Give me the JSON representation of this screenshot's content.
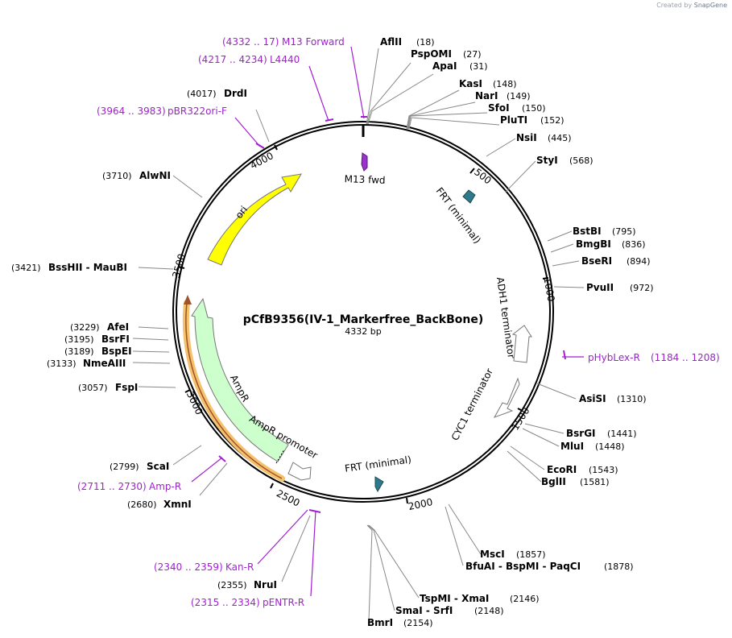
{
  "credit": {
    "prefix": "Created by",
    "brand": "SnapGene"
  },
  "plasmid": {
    "name": "pCfB9356(IV-1_Markerfree_BackBone)",
    "length_label": "4332 bp",
    "length": 4332
  },
  "ticks": [
    "500",
    "1000",
    "1500",
    "2000",
    "2500",
    "3000",
    "3500",
    "4000"
  ],
  "features": [
    {
      "label": "ori",
      "color": "#ffff00"
    },
    {
      "label": "AmpR",
      "color": "#ccffcc"
    },
    {
      "label": "AmpR promoter",
      "color": "#ffffff"
    },
    {
      "label": "ADH1 terminator",
      "color": "#ffffff"
    },
    {
      "label": "CYC1 terminator",
      "color": "#ffffff"
    },
    {
      "label": "FRT (minimal)",
      "color": "#2e7a8a"
    },
    {
      "label": "FRT (minimal)",
      "color": "#2e7a8a"
    },
    {
      "label": "M13 fwd",
      "color": "#9933cc"
    }
  ],
  "enzymes": [
    {
      "name": "AflII",
      "pos": "(18)"
    },
    {
      "name": "PspOMI",
      "pos": "(27)"
    },
    {
      "name": "ApaI",
      "pos": "(31)"
    },
    {
      "name": "KasI",
      "pos": "(148)"
    },
    {
      "name": "NarI",
      "pos": "(149)"
    },
    {
      "name": "SfoI",
      "pos": "(150)"
    },
    {
      "name": "PluTI",
      "pos": "(152)"
    },
    {
      "name": "NsiI",
      "pos": "(445)"
    },
    {
      "name": "StyI",
      "pos": "(568)"
    },
    {
      "name": "BstBI",
      "pos": "(795)"
    },
    {
      "name": "BmgBI",
      "pos": "(836)"
    },
    {
      "name": "BseRI",
      "pos": "(894)"
    },
    {
      "name": "PvuII",
      "pos": "(972)"
    },
    {
      "name": "AsiSI",
      "pos": "(1310)"
    },
    {
      "name": "BsrGI",
      "pos": "(1441)"
    },
    {
      "name": "MluI",
      "pos": "(1448)"
    },
    {
      "name": "EcoRI",
      "pos": "(1543)"
    },
    {
      "name": "BglII",
      "pos": "(1581)"
    },
    {
      "name": "MscI",
      "pos": "(1857)"
    },
    {
      "name": "BfuAI - BspMI - PaqCI",
      "pos": "(1878)"
    },
    {
      "name": "TspMI - XmaI",
      "pos": "(2146)"
    },
    {
      "name": "SmaI - SrfI",
      "pos": "(2148)"
    },
    {
      "name": "BmrI",
      "pos": "(2154)"
    },
    {
      "name": "NruI",
      "pos": "(2355)"
    },
    {
      "name": "XmnI",
      "pos": "(2680)"
    },
    {
      "name": "ScaI",
      "pos": "(2799)"
    },
    {
      "name": "FspI",
      "pos": "(3057)"
    },
    {
      "name": "NmeAIII",
      "pos": "(3133)"
    },
    {
      "name": "BspEI",
      "pos": "(3189)"
    },
    {
      "name": "BsrFI",
      "pos": "(3195)"
    },
    {
      "name": "AfeI",
      "pos": "(3229)"
    },
    {
      "name": "BssHII - MauBI",
      "pos": "(3421)"
    },
    {
      "name": "AlwNI",
      "pos": "(3710)"
    },
    {
      "name": "DrdI",
      "pos": "(4017)"
    }
  ],
  "primers": [
    {
      "name": "M13 Forward",
      "range": "(4332 .. 17)"
    },
    {
      "name": "L4440",
      "range": "(4217 .. 4234)"
    },
    {
      "name": "pBR322ori-F",
      "range": "(3964 .. 3983)"
    },
    {
      "name": "pHybLex-R",
      "range": "(1184 .. 1208)"
    },
    {
      "name": "Amp-R",
      "range": "(2711 .. 2730)"
    },
    {
      "name": "Kan-R",
      "range": "(2340 .. 2359)"
    },
    {
      "name": "pENTR-R",
      "range": "(2315 .. 2334)"
    }
  ]
}
